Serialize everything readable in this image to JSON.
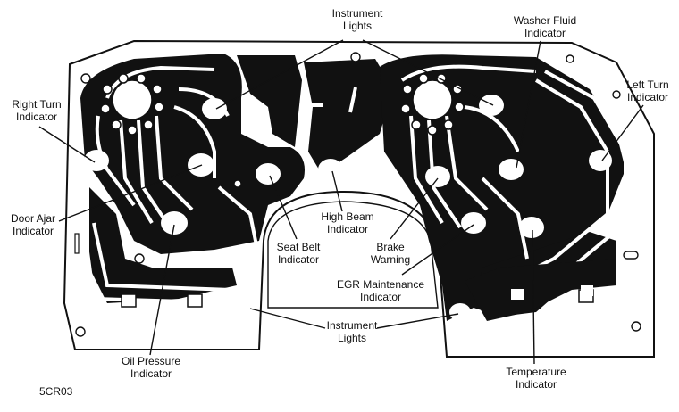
{
  "labels": {
    "instrument_lights_top": [
      "Instrument",
      "Lights"
    ],
    "washer_fluid": [
      "Washer Fluid",
      "Indicator"
    ],
    "left_turn": [
      "Left Turn",
      "Indicator"
    ],
    "right_turn": [
      "Right Turn",
      "Indicator"
    ],
    "door_ajar": [
      "Door Ajar",
      "Indicator"
    ],
    "high_beam": [
      "High Beam",
      "Indicator"
    ],
    "seat_belt": [
      "Seat Belt",
      "Indicator"
    ],
    "brake_warning": [
      "Brake",
      "Warning"
    ],
    "egr_maintenance": [
      "EGR Maintenance",
      "Indicator"
    ],
    "instrument_lights_bottom": [
      "Instrument",
      "Lights"
    ],
    "oil_pressure": [
      "Oil Pressure",
      "Indicator"
    ],
    "temperature": [
      "Temperature",
      "Indicator"
    ]
  },
  "figure_ref": "5CR03",
  "colors": {
    "ink": "#111111",
    "paper": "#ffffff"
  }
}
